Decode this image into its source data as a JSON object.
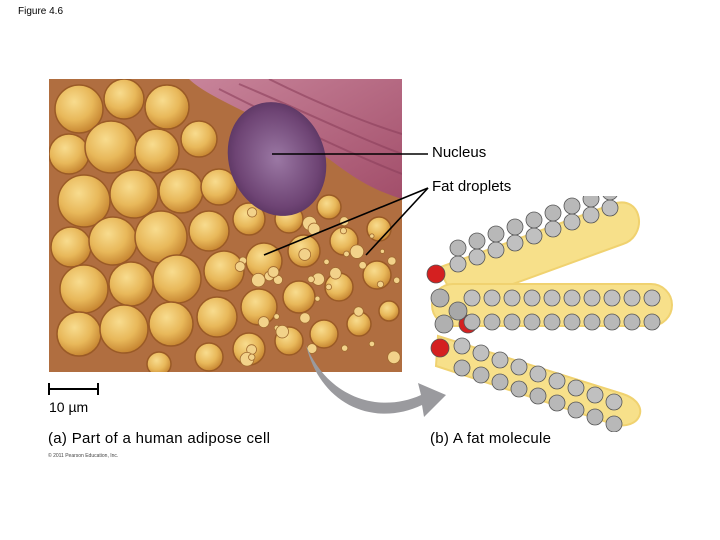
{
  "figure_label": "Figure 4.6",
  "labels": {
    "nucleus": "Nucleus",
    "fat_droplets": "Fat droplets",
    "scale_bar": "10 µm"
  },
  "captions": {
    "a": "(a) Part of a human adipose cell",
    "b": "(b) A fat molecule"
  },
  "copyright": "© 2011 Pearson Education, Inc.",
  "colors": {
    "droplet_fill": "#e8b85a",
    "tissue_pink": "#b5607a",
    "nucleus_purple": "#7a4d7e",
    "chain_halo": "#f7e08a",
    "oxygen_red": "#d42020",
    "carbon_gray": "#a8a8a8",
    "arrow_gray": "#9a9a9e"
  }
}
